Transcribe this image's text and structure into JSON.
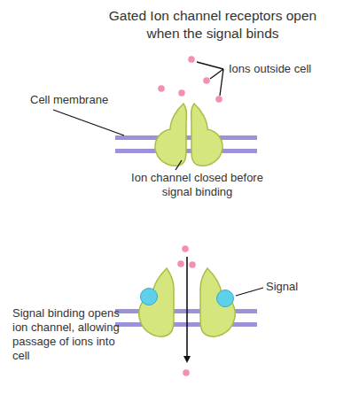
{
  "diagram": {
    "title": "Gated Ion channel receptors open when the signal binds",
    "labels": [
      "Ions outside cell",
      "Cell membrane",
      "Ion channel closed before signal binding",
      "Signal",
      "Signal binding opens ion channel, allowing passage of ions into cell"
    ]
  }
}
